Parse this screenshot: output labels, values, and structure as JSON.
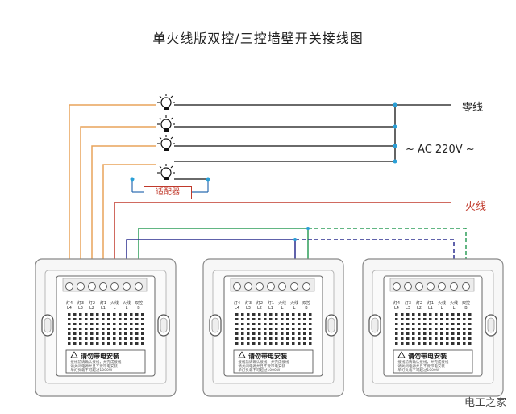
{
  "title": "单火线版双控/三控墙壁开关接线图",
  "labels": {
    "neutral": "零线",
    "ac": "~ AC 220V ~",
    "live": "火线",
    "adapter": "适配器"
  },
  "colors": {
    "lamp_wire": "#e8a35a",
    "live_wire": "#c0392b",
    "green_wire": "#2e9e5a",
    "blue_wire": "#2b2f8f",
    "neutral_wire": "#111111",
    "junction": "#2a9fd6"
  },
  "switch_panels": [
    {
      "terminal_labels": [
        "灯4\nL4",
        "灯3\nL3",
        "灯2\nL2",
        "灯1\nL1",
        "火线\nL",
        "火线\nL",
        "双控\nB"
      ],
      "warning": "请勿带电安装",
      "notes": [
        "·接线前请确认接线，并完成接线",
        "·请关闭电源并且不要带电安装",
        "·单灯负载不可超过1000W"
      ]
    },
    {
      "terminal_labels": [
        "灯4\nL4",
        "灯3\nL3",
        "灯2\nL2",
        "灯1\nL1",
        "火线\nL",
        "火线\nL",
        "双控\nB"
      ],
      "warning": "请勿带电安装",
      "notes": [
        "·接线前请确认接线，并完成接线",
        "·请关闭电源并且不要带电安装",
        "·单灯负载不可超过1000W"
      ]
    },
    {
      "terminal_labels": [
        "灯4\nL4",
        "灯3\nL3",
        "灯2\nL2",
        "灯1\nL1",
        "火线\nL",
        "火线\nL",
        "双控\nB"
      ],
      "warning": "请勿带电安装",
      "notes": [
        "·接线前请确认接线，并完成接线",
        "·请关闭电源并且不要带电安装",
        "·单灯负载不可超过1000W"
      ]
    }
  ],
  "watermark": "电工之家"
}
